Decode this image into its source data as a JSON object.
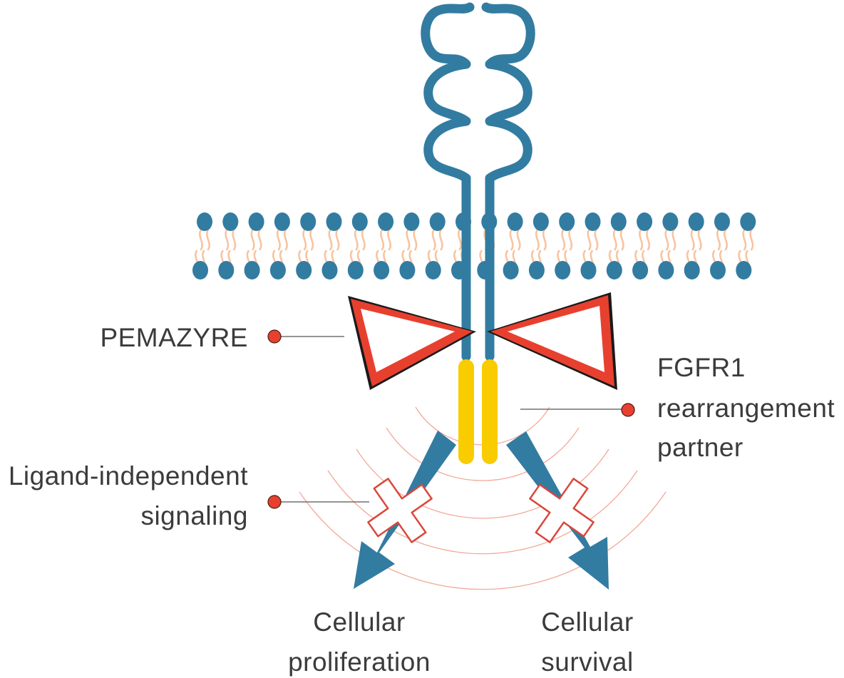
{
  "labels": {
    "drug": "PEMAZYRE",
    "partner": [
      "FGFR1",
      "rearrangement",
      "partner"
    ],
    "signaling": [
      "Ligand-independent",
      "signaling"
    ],
    "proliferation": [
      "Cellular",
      "proliferation"
    ],
    "survival": [
      "Cellular",
      "survival"
    ]
  },
  "colors": {
    "receptor": "#327ca1",
    "membrane_tails": "#f7c4a0",
    "fusion_partner": "#f9cc00",
    "inhibitor_fill": "#e8402f",
    "inhibitor_outline": "#1a1a1a",
    "callout_dot": "#e8402f",
    "callout_line": "#555555",
    "signal_arcs": "#f2a89a",
    "block_cross_stroke": "#d9473a",
    "text": "#3b3b3b"
  },
  "icons": {
    "inhibitor": "bowtie-inhibitor-icon",
    "block": "cross-block-icon",
    "callout": "callout-dot-icon"
  }
}
